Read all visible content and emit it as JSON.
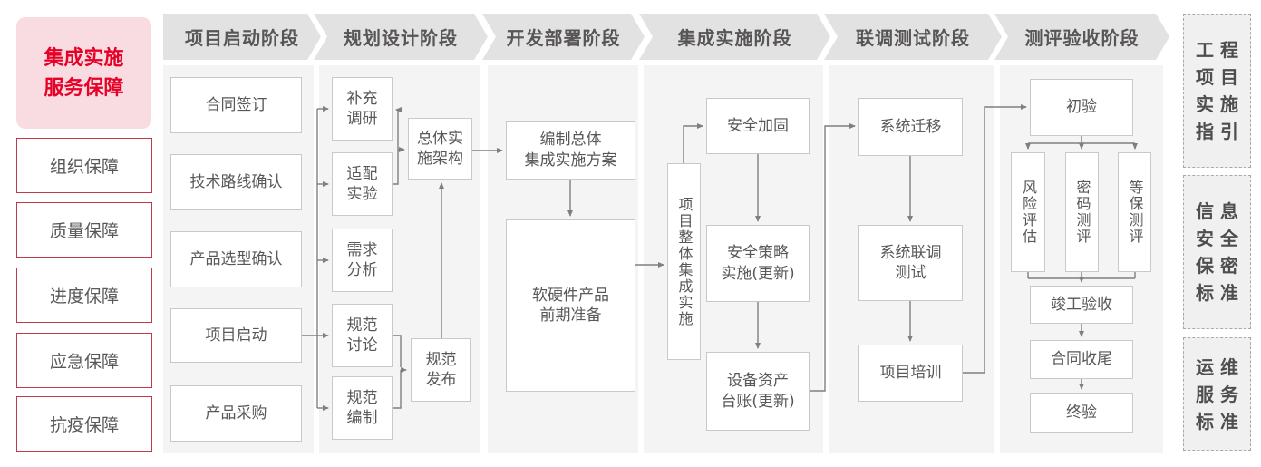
{
  "title_panel": {
    "title": "集成实施\n服务保障",
    "items": [
      "组织保障",
      "质量保障",
      "进度保障",
      "应急保障",
      "抗疫保障"
    ]
  },
  "phase_headers": [
    "项目启动阶段",
    "规划设计阶段",
    "开发部署阶段",
    "集成实施阶段",
    "联调测试阶段",
    "测评验收阶段"
  ],
  "nodes": {
    "contract_signing": "合同签订",
    "tech_route_confirm": "技术路线确认",
    "product_selection_confirm": "产品选型确认",
    "project_kickoff": "项目启动",
    "product_procurement": "产品采购",
    "supplementary_research": "补充\n调研",
    "adaptation_test": "适配\n实验",
    "requirement_analysis": "需求\n分析",
    "spec_discussion": "规范\n讨论",
    "spec_drafting": "规范\n编制",
    "overall_impl_architecture": "总体实\n施架构",
    "spec_release": "规范\n发布",
    "overall_integration_plan": "编制总体\n集成实施方案",
    "hw_sw_preparation": "软硬件产品\n前期准备",
    "project_overall_integration": "项目整体集成实施",
    "security_hardening": "安全加固",
    "security_policy_update": "安全策略\n实施(更新)",
    "asset_ledger_update": "设备资产\n台账(更新)",
    "system_migration": "系统迁移",
    "system_joint_test": "系统联调\n测试",
    "project_training": "项目培训",
    "initial_acceptance": "初验",
    "risk_assessment": "风险评估",
    "crypto_evaluation": "密码测评",
    "mlps_evaluation": "等保测评",
    "completion_acceptance": "竣工验收",
    "contract_closure": "合同收尾",
    "final_acceptance": "终验"
  },
  "standards": [
    "工程\n项目\n实施\n指引",
    "信息\n安全\n保密\n标准",
    "运维\n服务\n标准"
  ],
  "colors": {
    "accent_red": "#e60127",
    "pink_bg": "#f9dce2",
    "red_border": "#bf3a48",
    "header_band": "#e3e2e2",
    "panel_bg": "#f4f4f5",
    "text_gray": "#595757",
    "connector": "#7f7f7f"
  }
}
